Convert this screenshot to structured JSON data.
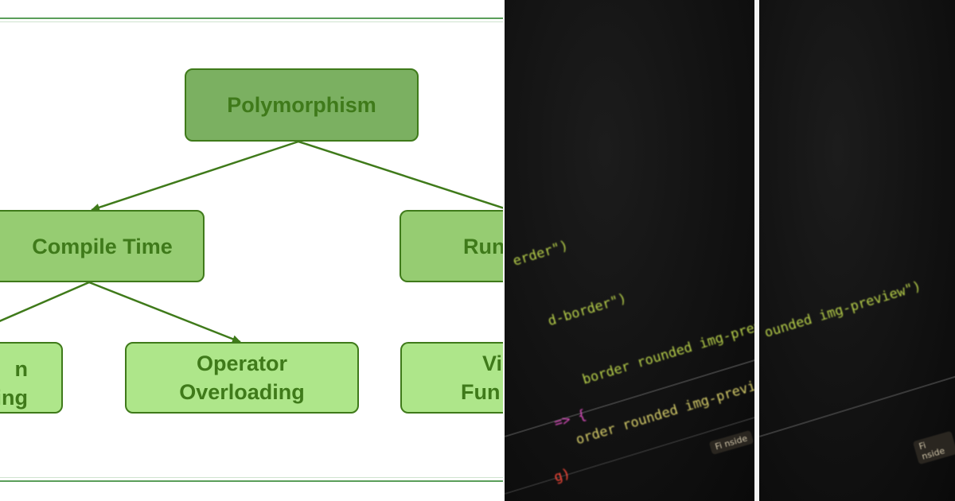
{
  "diagram": {
    "root": "Polymorphism",
    "compile": "Compile Time",
    "runtime": "Run",
    "leaf_left_line1": "n",
    "leaf_left_line2": "ing",
    "operator_line1": "Operator",
    "operator_line2": "Overloading",
    "virtual_line1": "Vi",
    "virtual_line2": "Fun"
  },
  "photo_code": {
    "line_a": "erder\")",
    "line_b": "d-border\")",
    "line_c": "border rounded img-preview\")",
    "line_d": "=> {",
    "line_e": "order rounded img-preview\")",
    "line_f": "g)",
    "line_g": "ounded img-preview\")",
    "badge": "Fi nside"
  },
  "colors": {
    "diagram_stroke": "#3f7a1a",
    "root_fill": "#7bb061",
    "mid_fill": "#96cc72",
    "leaf_fill": "#aee68a"
  }
}
